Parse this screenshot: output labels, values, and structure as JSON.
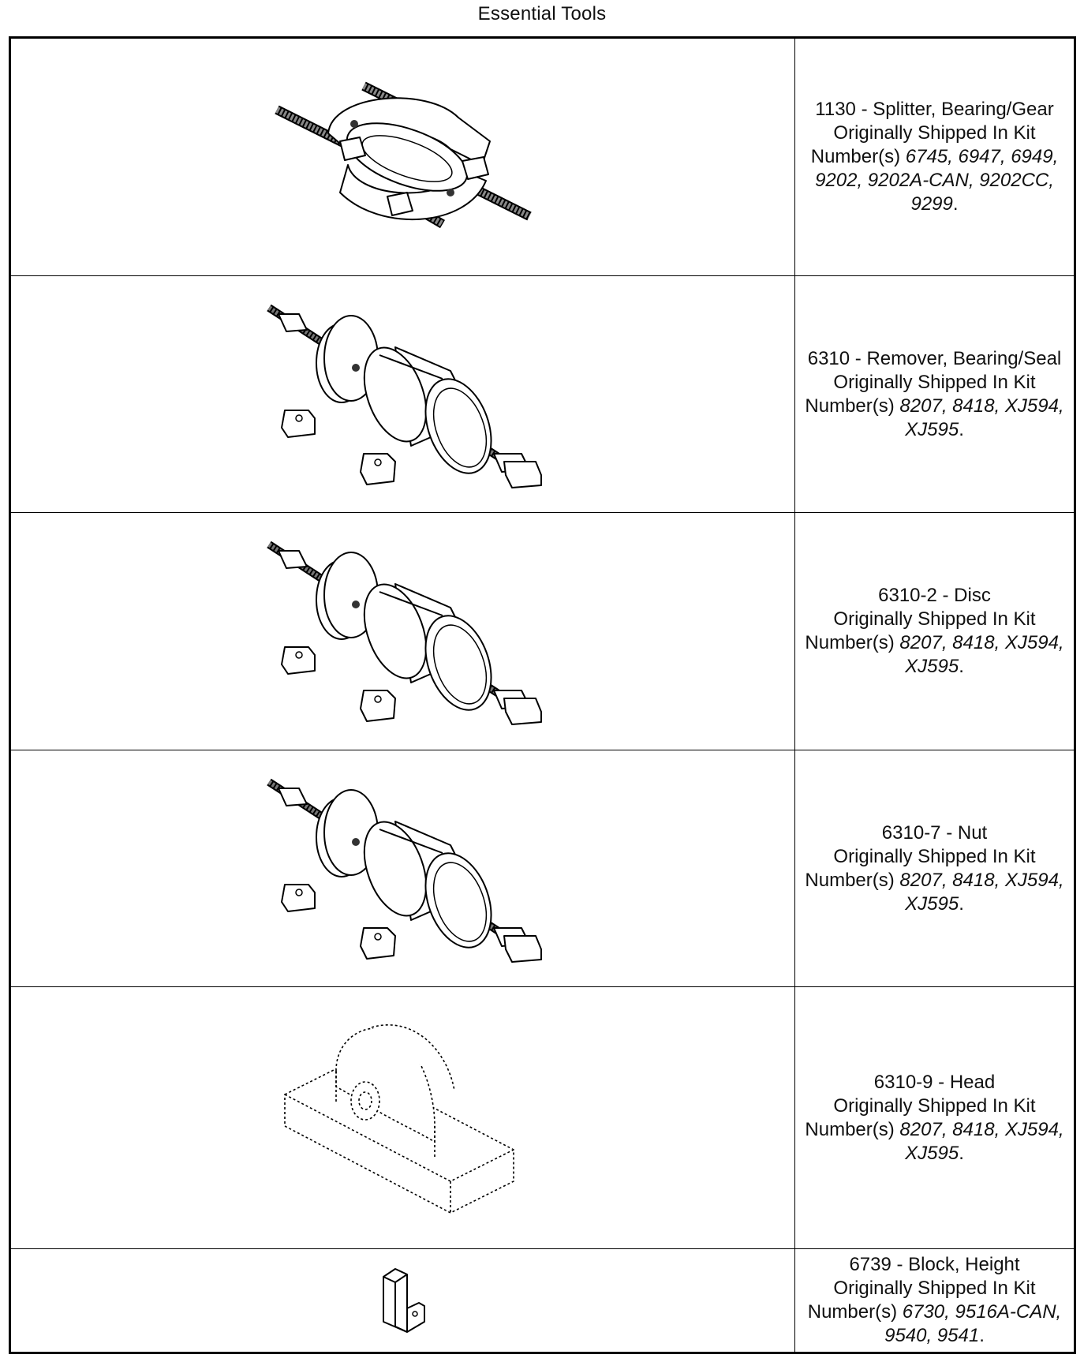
{
  "page": {
    "title": "Essential Tools"
  },
  "tools": [
    {
      "icon": "bearing-splitter-icon",
      "title": "1130 - Splitter, Bearing/Gear",
      "shipped": "Originally Shipped In Kit",
      "number_prefix": "Number(s)",
      "kits_first": "6745, 6947, 6949,",
      "kits_rest": [
        "9202, 9202A-CAN, 9202CC,",
        "9299"
      ],
      "period": "."
    },
    {
      "icon": "bearing-remover-icon",
      "title": "6310 - Remover, Bearing/Seal",
      "shipped": "Originally Shipped In Kit",
      "number_prefix": "Number(s)",
      "kits_first": "8207, 8418, XJ594,",
      "kits_rest": [
        "XJ595"
      ],
      "period": "."
    },
    {
      "icon": "bearing-remover-icon",
      "title": "6310-2 - Disc",
      "shipped": "Originally Shipped In Kit",
      "number_prefix": "Number(s)",
      "kits_first": "8207, 8418, XJ594,",
      "kits_rest": [
        "XJ595"
      ],
      "period": "."
    },
    {
      "icon": "bearing-remover-icon",
      "title": "6310-7 - Nut",
      "shipped": "Originally Shipped In Kit",
      "number_prefix": "Number(s)",
      "kits_first": "8207, 8418, XJ594,",
      "kits_rest": [
        "XJ595"
      ],
      "period": "."
    },
    {
      "icon": "head-block-icon",
      "title": "6310-9 - Head",
      "shipped": "Originally Shipped In Kit",
      "number_prefix": "Number(s)",
      "kits_first": "8207, 8418, XJ594,",
      "kits_rest": [
        "XJ595"
      ],
      "period": "."
    },
    {
      "icon": "height-block-icon",
      "title": "6739 - Block, Height",
      "shipped": "Originally Shipped In Kit",
      "number_prefix": "Number(s)",
      "kits_first": "6730, 9516A-CAN,",
      "kits_rest": [
        "9540, 9541"
      ],
      "period": "."
    }
  ]
}
